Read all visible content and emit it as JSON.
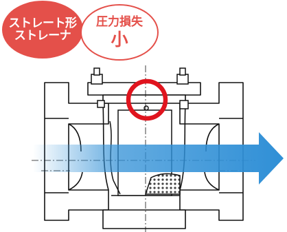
{
  "badges": {
    "type_line1": "ストレート形",
    "type_line2": "ストレーナ",
    "loss_line1": "圧力損失",
    "loss_line2": "小"
  },
  "colors": {
    "badge_red": "#e4504a",
    "arrow_blue": "#2f8fd6",
    "highlight_ring": "#e0141e",
    "line": "#111111",
    "mesh": "#555555"
  },
  "icons": {
    "flow_arrow": "right-arrow-gradient",
    "highlight": "red-ring"
  }
}
